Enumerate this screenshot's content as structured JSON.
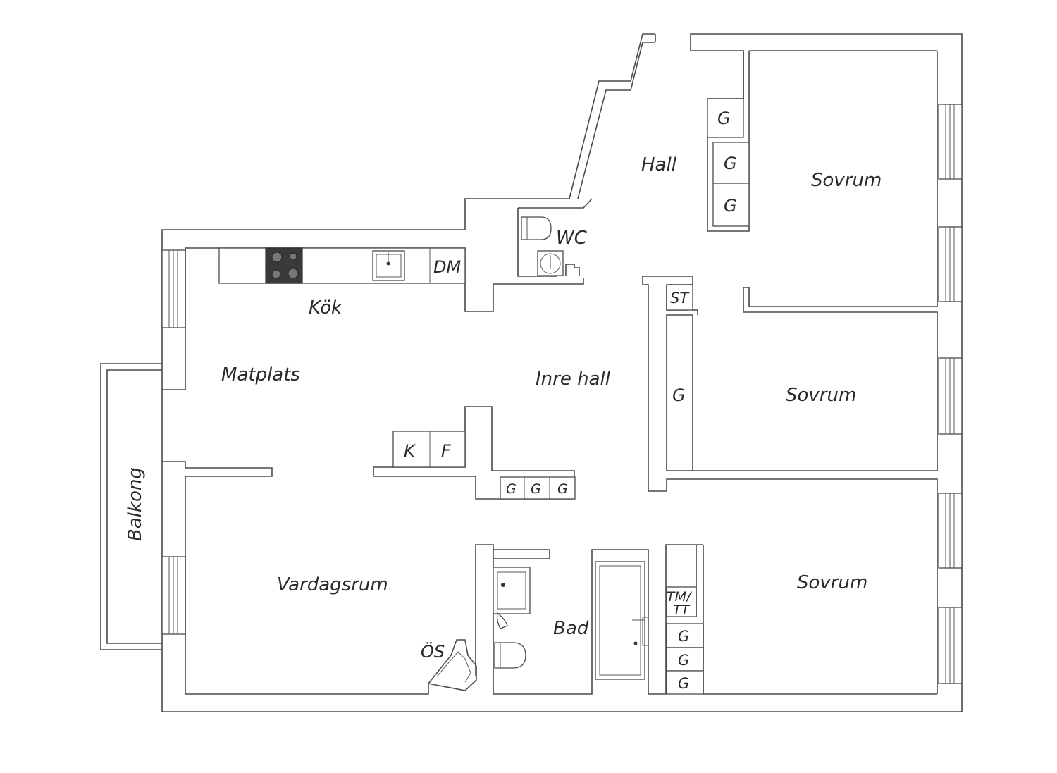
{
  "rooms": {
    "hall": "Hall",
    "sovrum_1": "Sovrum",
    "sovrum_2": "Sovrum",
    "sovrum_3": "Sovrum",
    "wc": "WC",
    "kok": "Kök",
    "matplats": "Matplats",
    "inre_hall": "Inre hall",
    "balkong": "Balkong",
    "vardagsrum": "Vardagsrum",
    "bad": "Bad"
  },
  "fixtures": {
    "dm": "DM",
    "st": "ST",
    "k": "K",
    "f": "F",
    "os": "ÖS",
    "tm_tt_line1": "TM/",
    "tm_tt_line2": "TT",
    "g": "G"
  },
  "colors": {
    "wall": "#4a4a4a",
    "stove": "#3a3a3a",
    "background": "#ffffff"
  }
}
